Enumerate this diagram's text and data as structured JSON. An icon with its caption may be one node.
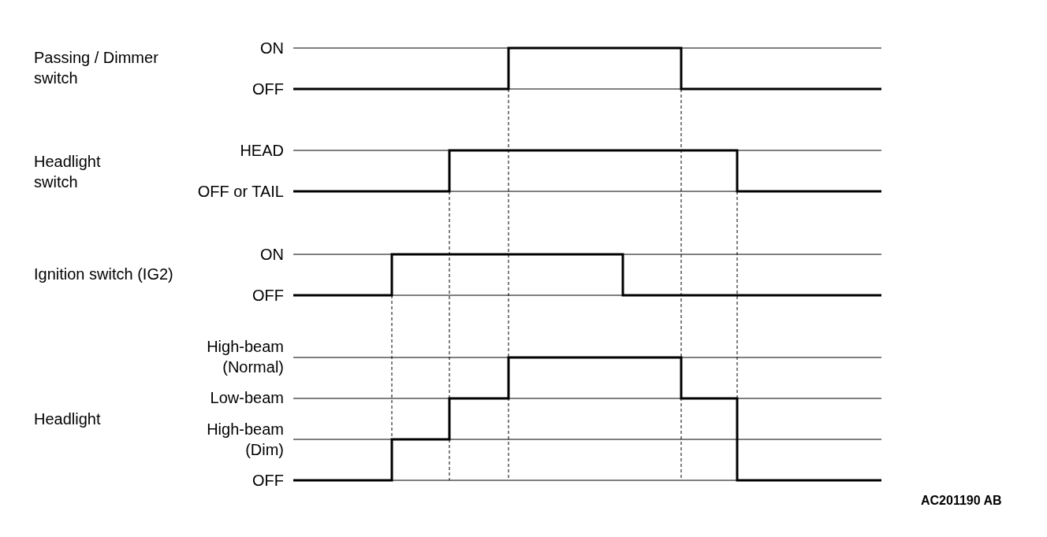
{
  "diagram": {
    "labels": [
      "Passing / Dimmer switch",
      "ON",
      "OFF",
      "Headlight switch",
      "HEAD",
      "OFF or TAIL",
      "Ignition switch (IG2)",
      "ON",
      "OFF",
      "High-beam (Normal)",
      "Low-beam",
      "Headlight",
      "High-beam (Dim)",
      "OFF",
      "AC201190 AB"
    ]
  }
}
